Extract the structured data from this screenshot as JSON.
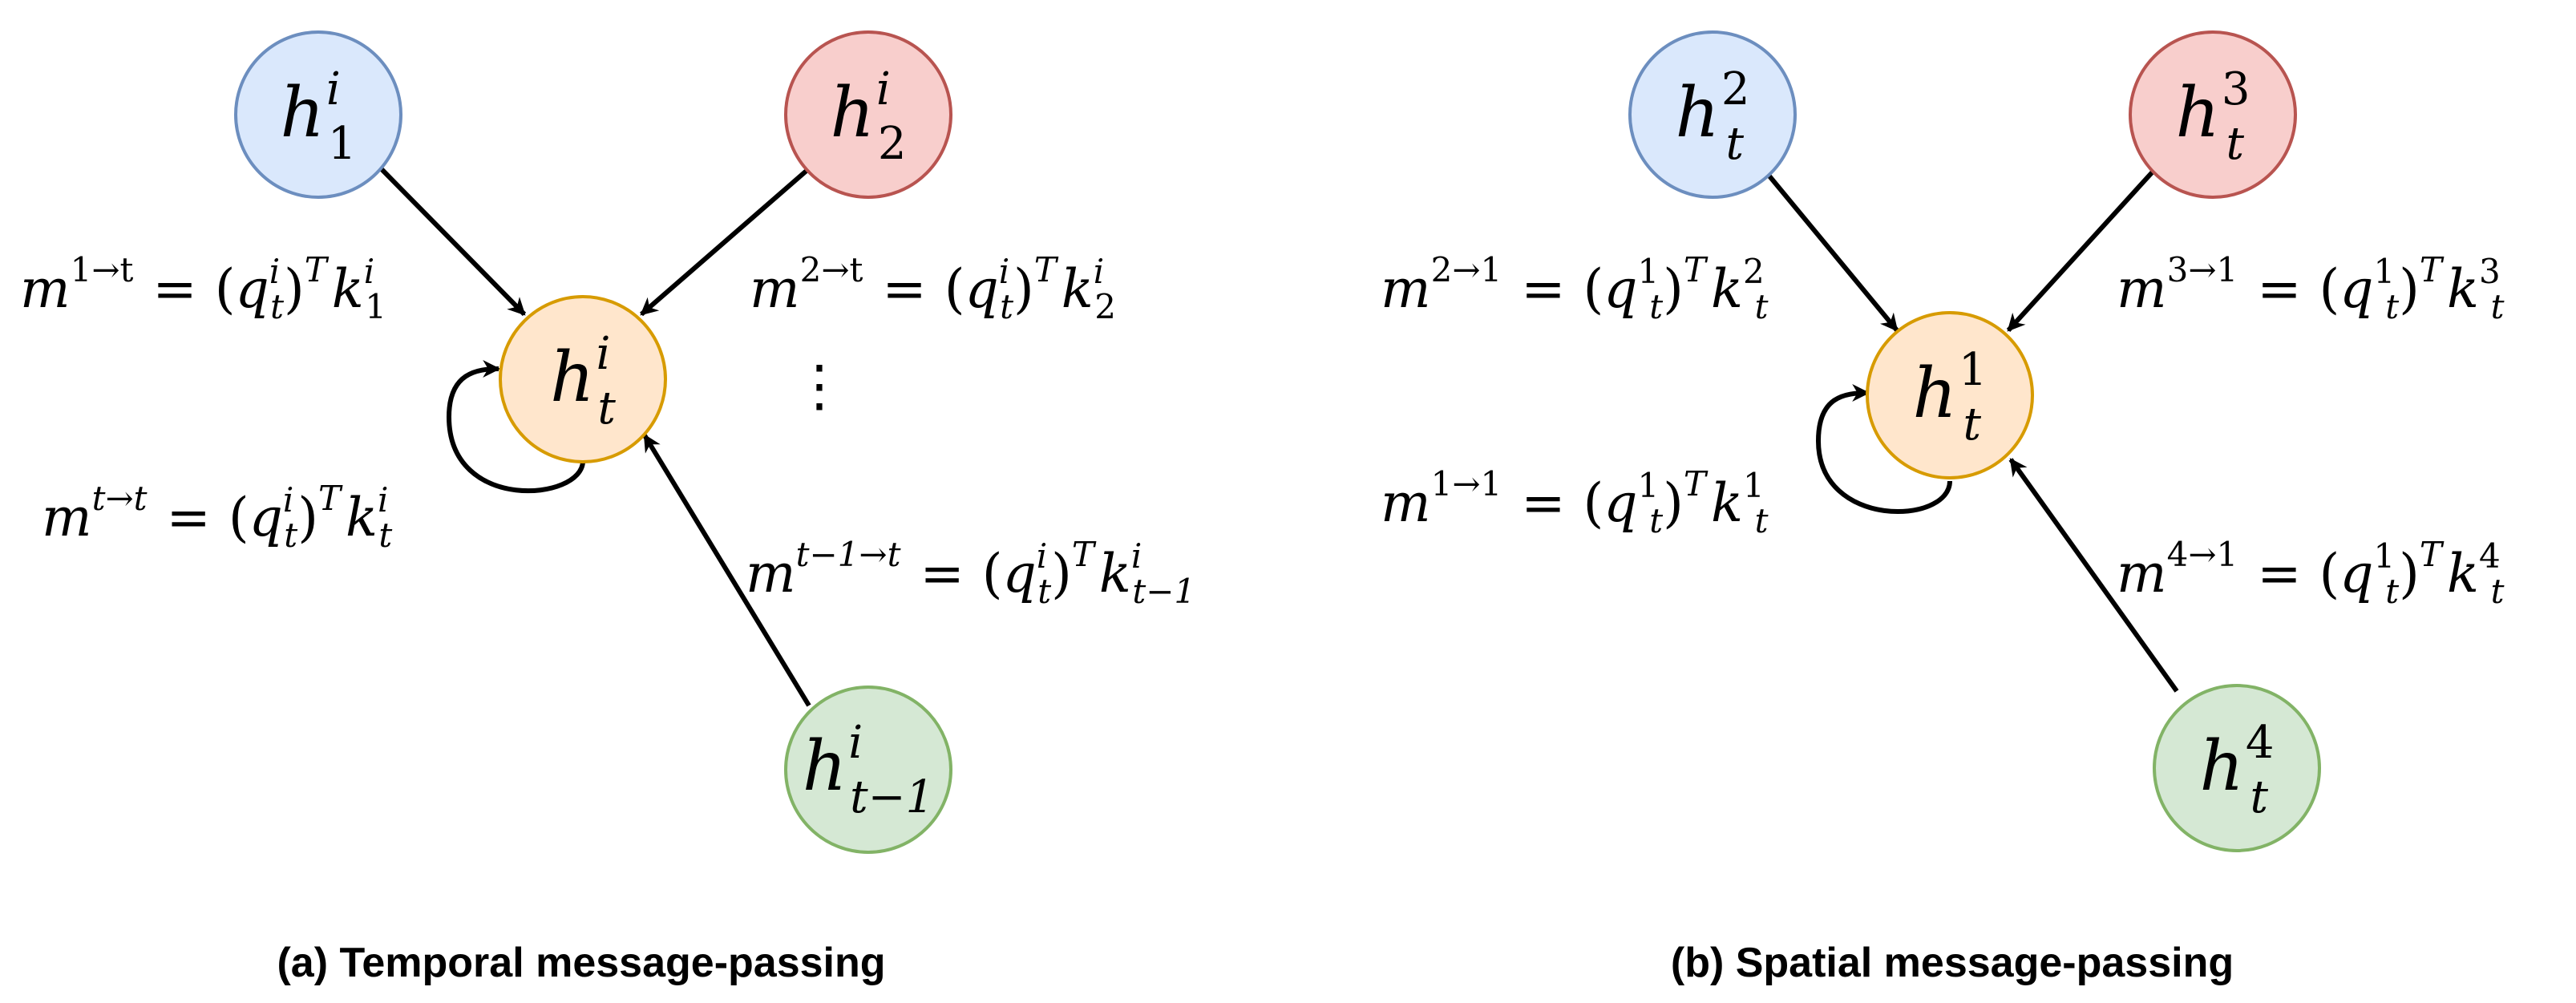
{
  "colors": {
    "blue_fill": "#dae8fc",
    "blue_stroke": "#6c8ebf",
    "red_fill": "#f8cecc",
    "red_stroke": "#b85450",
    "orange_fill": "#ffe6cc",
    "orange_stroke": "#d79b00",
    "green_fill": "#d5e8d4",
    "green_stroke": "#82b366",
    "edge": "#000000"
  },
  "temporal": {
    "caption": "(a) Temporal message-passing",
    "nodes": {
      "neighbor_1": {
        "base": "h",
        "sup": "i",
        "sub": "1"
      },
      "neighbor_2": {
        "base": "h",
        "sup": "i",
        "sub": "2"
      },
      "center": {
        "base": "h",
        "sup": "i",
        "sub": "t"
      },
      "previous": {
        "base": "h",
        "sup": "i",
        "sub": "t−1"
      }
    },
    "ellipsis": "⋮",
    "messages": {
      "from_1": {
        "m_sup": "1→t",
        "q_sup": "i",
        "q_sub": "t",
        "k_sup": "i",
        "k_sub": "1"
      },
      "from_2": {
        "m_sup": "2→t",
        "q_sup": "i",
        "q_sub": "t",
        "k_sup": "i",
        "k_sub": "2"
      },
      "self": {
        "m_sup": "t→t",
        "q_sup": "i",
        "q_sub": "t",
        "k_sup": "i",
        "k_sub": "t"
      },
      "from_prev": {
        "m_sup": "t−1→t",
        "q_sup": "i",
        "q_sub": "t",
        "k_sup": "i",
        "k_sub": "t−1"
      }
    }
  },
  "spatial": {
    "caption": "(b) Spatial message-passing",
    "nodes": {
      "neighbor_2": {
        "base": "h",
        "sup": "2",
        "sub": "t"
      },
      "neighbor_3": {
        "base": "h",
        "sup": "3",
        "sub": "t"
      },
      "center": {
        "base": "h",
        "sup": "1",
        "sub": "t"
      },
      "neighbor_4": {
        "base": "h",
        "sup": "4",
        "sub": "t"
      }
    },
    "messages": {
      "from_2": {
        "m_sup": "2→1",
        "q_sup": "1",
        "q_sub": "t",
        "k_sup": "2",
        "k_sub": "t"
      },
      "from_3": {
        "m_sup": "3→1",
        "q_sup": "1",
        "q_sub": "t",
        "k_sup": "3",
        "k_sub": "t"
      },
      "self": {
        "m_sup": "1→1",
        "q_sup": "1",
        "q_sub": "t",
        "k_sup": "1",
        "k_sub": "t"
      },
      "from_4": {
        "m_sup": "4→1",
        "q_sup": "1",
        "q_sub": "t",
        "k_sup": "4",
        "k_sub": "t"
      }
    }
  },
  "formula": {
    "m": "m",
    "eq": "=",
    "open": "(",
    "q": "q",
    "close": ")",
    "T": "T",
    "k": "k"
  }
}
